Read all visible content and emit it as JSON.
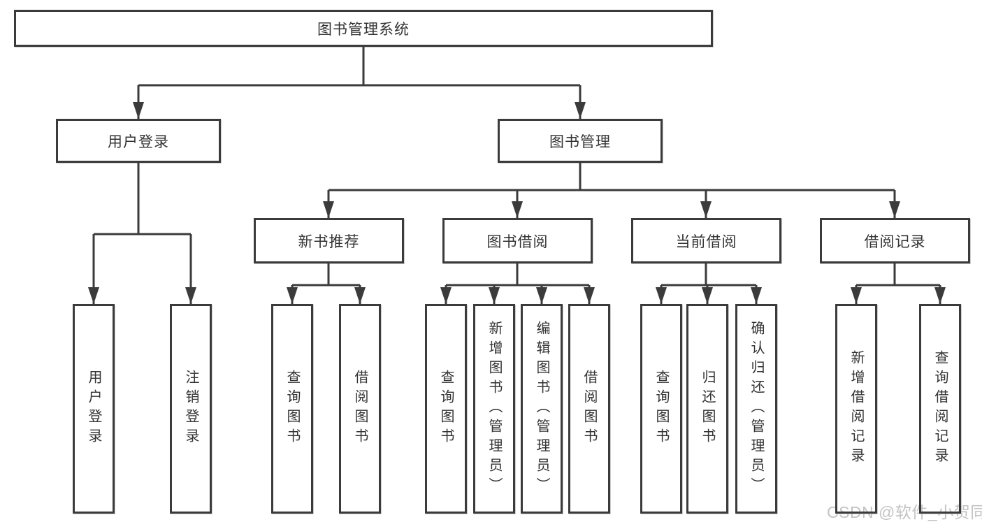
{
  "diagram": {
    "root": "图书管理系统",
    "branches": [
      {
        "label": "用户登录",
        "leaves": [
          "用户登录",
          "注销登录"
        ]
      },
      {
        "label": "图书管理",
        "subbranches": [
          {
            "label": "新书推荐",
            "leaves": [
              "查询图书",
              "借阅图书"
            ]
          },
          {
            "label": "图书借阅",
            "leaves": [
              "查询图书",
              "新增图书（管理员）",
              "编辑图书（管理员）",
              "借阅图书"
            ]
          },
          {
            "label": "当前借阅",
            "leaves": [
              "查询图书",
              "归还图书",
              "确认归还（管理员）"
            ]
          },
          {
            "label": "借阅记录",
            "leaves": [
              "新增借阅记录",
              "查询借阅记录"
            ]
          }
        ]
      }
    ]
  },
  "colors": {
    "line": "#3b3b3b",
    "text": "#333333",
    "box_background": "#ffffff",
    "watermark": "#c3c3c3"
  },
  "watermark": "CSDN @软件_小贺同学"
}
